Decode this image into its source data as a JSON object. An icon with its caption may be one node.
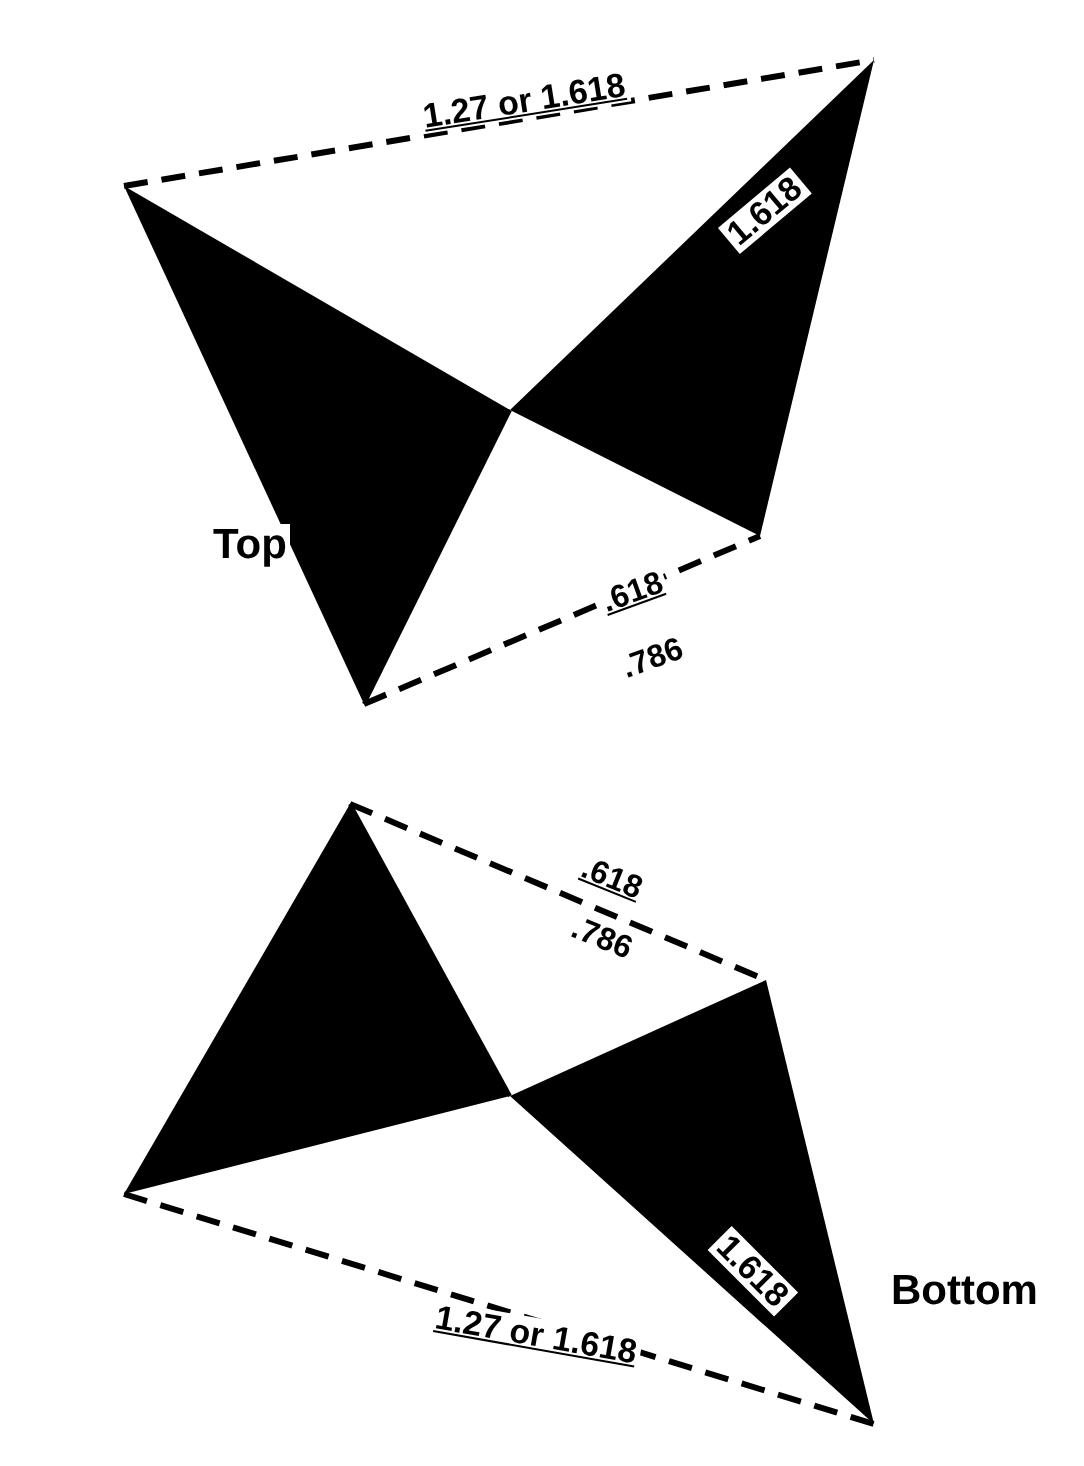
{
  "diagram": {
    "labels": [
      "1.27 or 1.618",
      "1.618",
      "Top",
      ".618",
      ".786",
      ".618",
      ".786",
      "Bottom",
      "1.618",
      "1.27 or 1.618"
    ]
  }
}
